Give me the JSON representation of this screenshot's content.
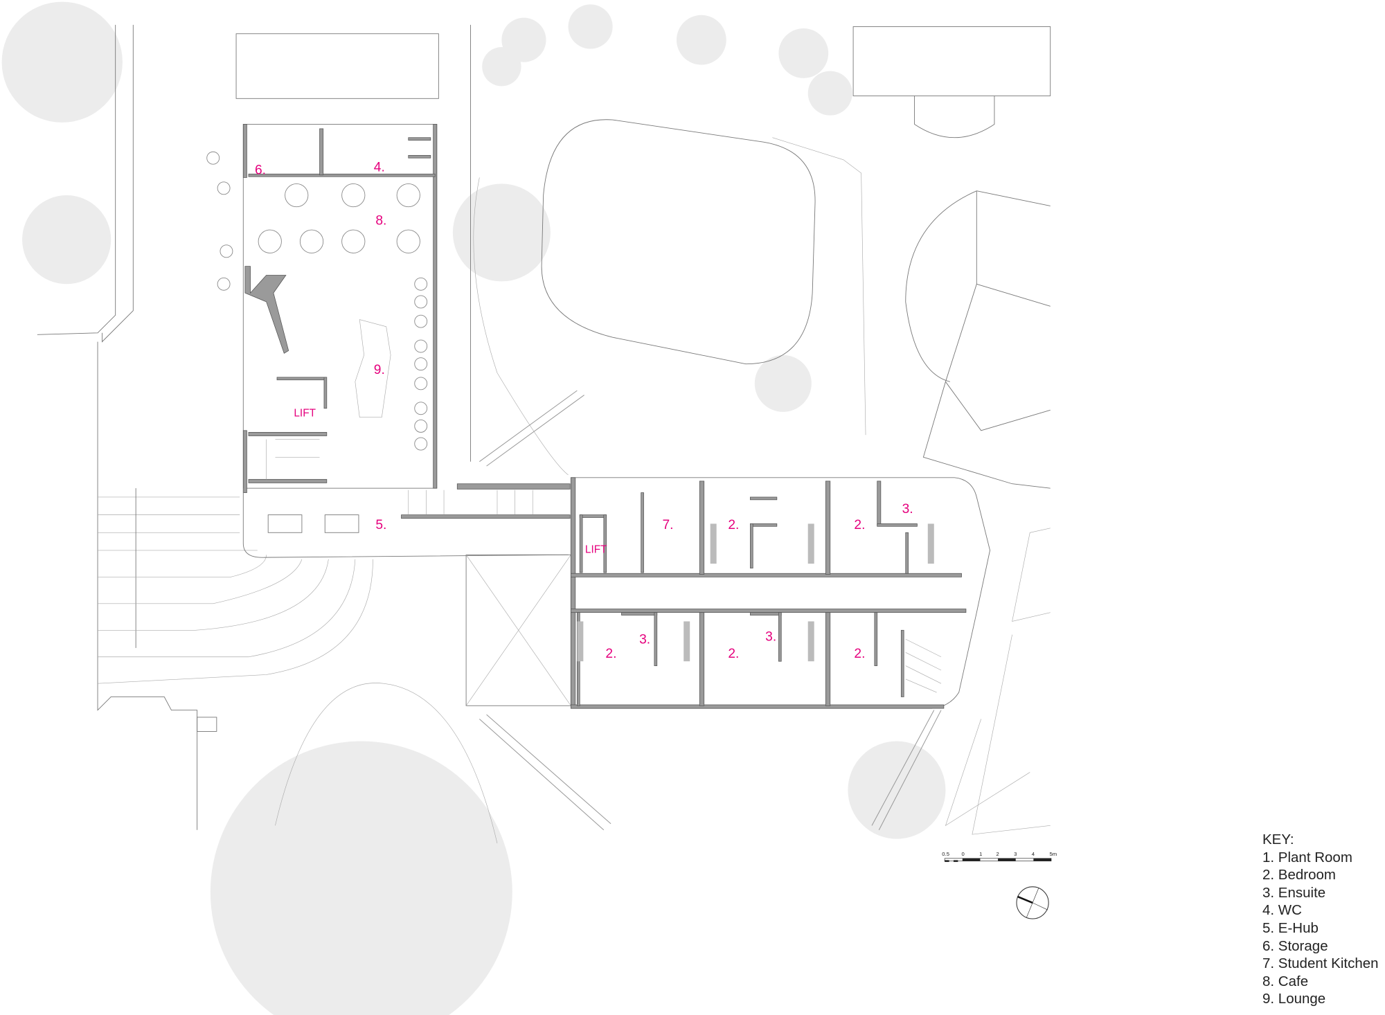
{
  "plan": {
    "labels": {
      "storage": "6.",
      "wc": "4.",
      "cafe": "8.",
      "lounge": "9.",
      "lift_north": "LIFT",
      "ehub": "5.",
      "kitchen": "7.",
      "bedroom_a": "2.",
      "bedroom_b": "2.",
      "ensuite_a": "3.",
      "lift_south": "LIFT",
      "bedroom_c": "2.",
      "ensuite_b": "3.",
      "bedroom_d": "2.",
      "ensuite_c": "3.",
      "bedroom_e": "2."
    },
    "label_color": "#e5007d"
  },
  "scale_bar": {
    "ticks": [
      "0.5",
      "0",
      "1",
      "2",
      "3",
      "4",
      "5m"
    ]
  },
  "north_arrow": {
    "icon": "north-arrow-icon"
  },
  "key": {
    "title": "KEY:",
    "items": [
      "1. Plant Room",
      "2. Bedroom",
      "3. Ensuite",
      "4. WC",
      "5. E-Hub",
      "6. Storage",
      "7. Student Kitchen",
      "8. Cafe",
      "9. Lounge"
    ]
  }
}
